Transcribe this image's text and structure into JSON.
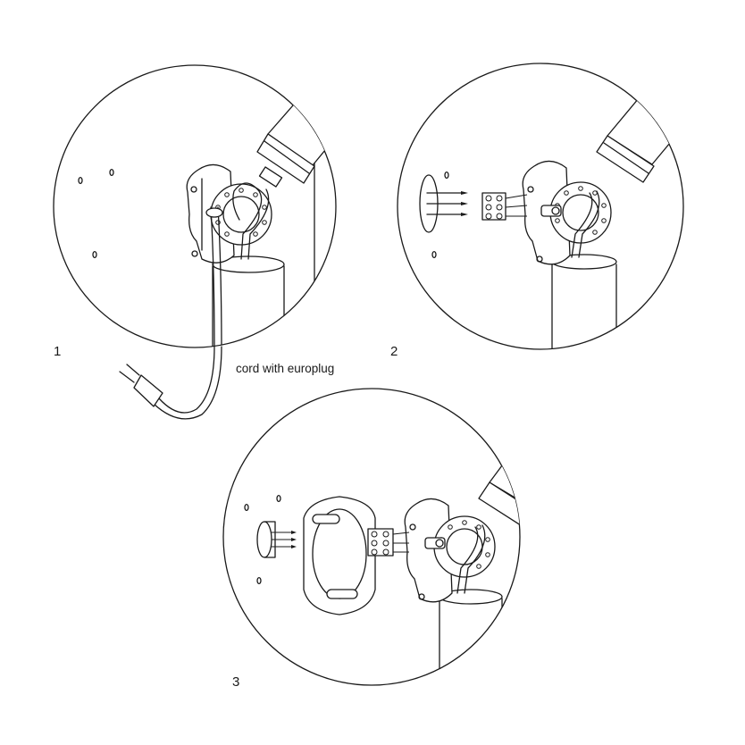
{
  "steps": [
    {
      "number": "1"
    },
    {
      "number": "2"
    },
    {
      "number": "3"
    }
  ],
  "callout": {
    "cord_label": "cord with europlug"
  },
  "colors": {
    "ink": "#1a1a1a",
    "background": "#ffffff"
  }
}
